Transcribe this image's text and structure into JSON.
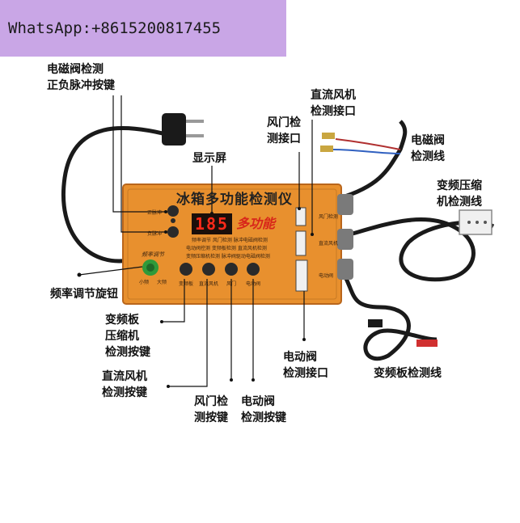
{
  "watermark": "WhatsApp:+8615200817455",
  "labels": {
    "pulse_button": "电磁阀检测\n正负脉冲按键",
    "display": "显示屏",
    "damper_port": "风门检\n测接口",
    "dc_fan_port": "直流风机\n检测接口",
    "solenoid_line": "电磁阀\n检测线",
    "inverter_comp_line": "变频压缩\n机检测线",
    "freq_knob": "频率调节旋钮",
    "inverter_comp_button": "变频板\n压缩机\n检测按键",
    "dc_fan_button": "直流风机\n检测按键",
    "damper_button": "风门检\n测按键",
    "valve_button": "电动阀\n检测按键",
    "valve_port": "电动阀\n检测接口",
    "inverter_board_line": "变频板检测线"
  },
  "device": {
    "title": "冰箱多功能检测仪",
    "display_value": "185",
    "multi_label": "多功能",
    "func_row1": "频率调节  风门检测  脉冲电磁阀检测",
    "func_row2": "电动阀控测 变频板检测 直流风机检测",
    "func_row3": "变频压缩机检测  脉冲阀驱动电磁阀检测",
    "pulse_pos": "正脉冲",
    "pulse_neg": "负脉冲",
    "freq_label": "频率调节",
    "knob_left": "小频",
    "knob_right": "大频",
    "buttons": [
      "变频板",
      "直流风机",
      "风门",
      "电动阀"
    ],
    "port_labels": [
      "风门检测",
      "直流风机",
      "电动阀"
    ]
  },
  "colors": {
    "device_body": "#e8902e",
    "device_border": "#b9661c",
    "display_bg": "#1b0f0a",
    "display_digits": "#ff2a1a",
    "watermark_bg": "#c9a6e6",
    "knob": "#2f9a3a",
    "cable": "#1a1a1a"
  }
}
